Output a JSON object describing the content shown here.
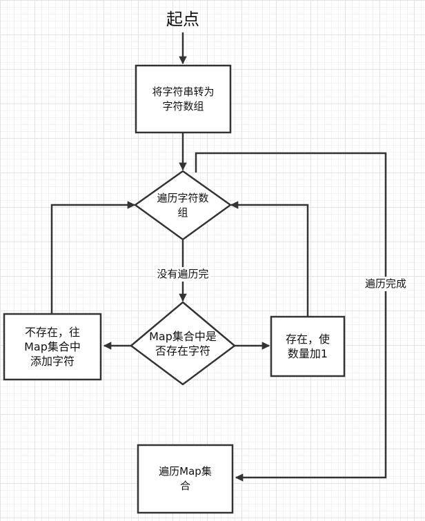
{
  "start": {
    "label": "起点"
  },
  "nodes": {
    "to_array": {
      "lines": [
        "将字符串转为",
        "字符数组"
      ]
    },
    "iterate": {
      "lines": [
        "遍历字符数",
        "组"
      ]
    },
    "check": {
      "lines": [
        "Map集合中是",
        "否存在字符"
      ]
    },
    "not_exist": {
      "lines": [
        "不存在，往",
        "Map集合中",
        "添加字符"
      ]
    },
    "exist": {
      "lines": [
        "存在，使",
        "数量加1"
      ]
    },
    "iterate_map": {
      "lines": [
        "遍历Map集",
        "合"
      ]
    }
  },
  "edges": {
    "not_finished": "没有遍历完",
    "finished": "遍历完成"
  }
}
